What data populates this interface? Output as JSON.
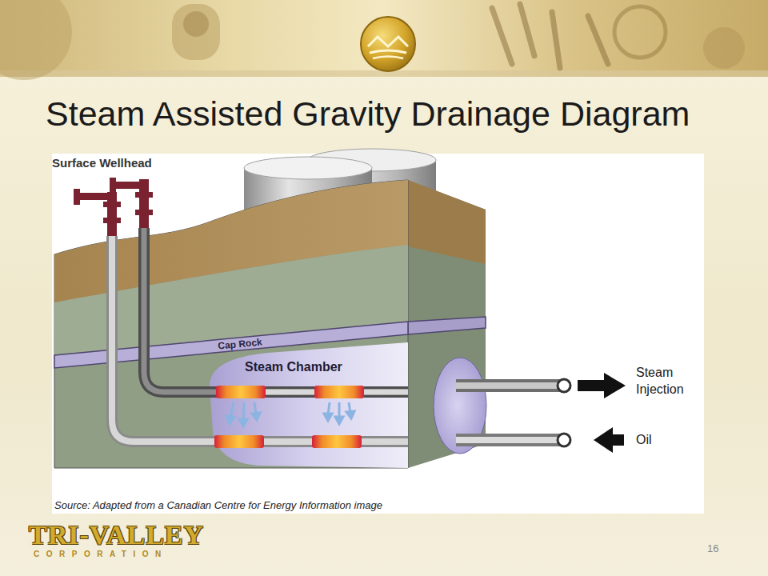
{
  "diagram": {
    "title": "Steam Assisted Gravity Drainage Diagram",
    "caption": "Source: Adapted from a Canadian Centre for Energy Information image",
    "nodes": [
      {
        "text": [
          "Cap Rock"
        ]
      },
      {
        "text": [
          "Steam Chamber"
        ]
      }
    ],
    "labels": [
      "Surface Wellhead",
      "Steam Injection",
      "Oil",
      "TRI-VALLEY",
      "CORPORATION",
      "16"
    ]
  }
}
